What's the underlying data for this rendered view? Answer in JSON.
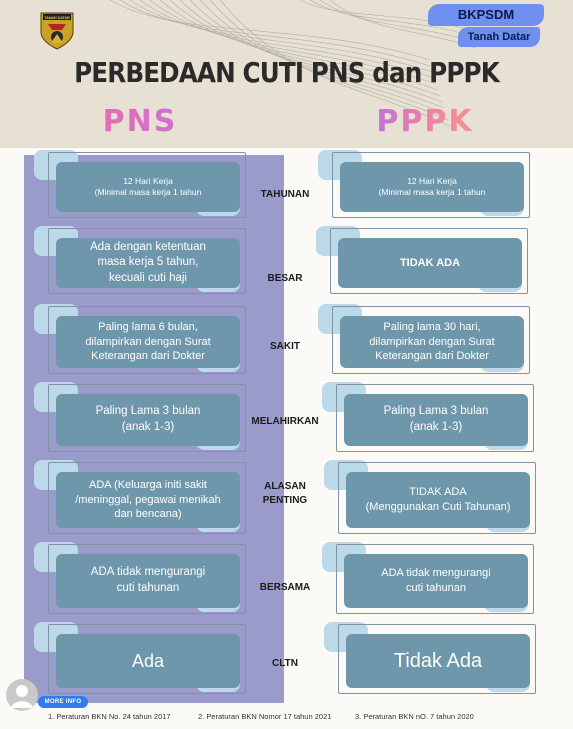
{
  "header": {
    "badge_org": "BKPSDM",
    "badge_region": "Tanah Datar",
    "logo_text": "TANAH DATAR",
    "title": "PERBEDAAN CUTI PNS dan PPPK"
  },
  "columns": {
    "left": "PNS",
    "right": "PPPK"
  },
  "rows": [
    {
      "label": "TAHUNAN",
      "pns": "12 Hari Kerja\n(Minimal masa kerja 1 tahun",
      "pppk": "12 Hari Kerja\n(Minimal masa kerja 1 tahun"
    },
    {
      "label": "BESAR",
      "pns": "Ada dengan ketentuan\nmasa kerja 5 tahun,\nkecuali cuti haji",
      "pppk": "TIDAK ADA"
    },
    {
      "label": "SAKIT",
      "pns": "Paling lama 6 bulan,\ndilampirkan dengan Surat\nKeterangan dari Dokter",
      "pppk": "Paling lama 30 hari,\ndilampirkan dengan Surat\nKeterangan dari Dokter"
    },
    {
      "label": "MELAHIRKAN",
      "pns": "Paling Lama 3 bulan\n(anak 1-3)",
      "pppk": "Paling Lama 3 bulan\n(anak 1-3)"
    },
    {
      "label": "ALASAN\nPENTING",
      "pns": "ADA (Keluarga initi sakit\n/meninggal, pegawai menikah\ndan bencana)",
      "pppk": "TIDAK ADA\n(Menggunakan Cuti Tahunan)"
    },
    {
      "label": "BERSAMA",
      "pns": "ADA tidak mengurangi\ncuti tahunan",
      "pppk": "ADA tidak mengurangi\ncuti tahunan"
    },
    {
      "label": "CLTN",
      "pns": "Ada",
      "pppk": "Tidak Ada"
    }
  ],
  "footer": {
    "ref1": "1. Peraturan BKN No. 24 tahun 2017",
    "ref2": "2. Peraturan BKN Nomor 17 tahun 2021",
    "ref3": "3. Peraturan BKN  nO. 7 tahun 2020",
    "more_info": "MORE INFO"
  },
  "colors": {
    "card": "#6e97ac",
    "card_back": "#bcd9e9",
    "panel": "#9b9bcb",
    "badge": "#6f8ff1"
  }
}
